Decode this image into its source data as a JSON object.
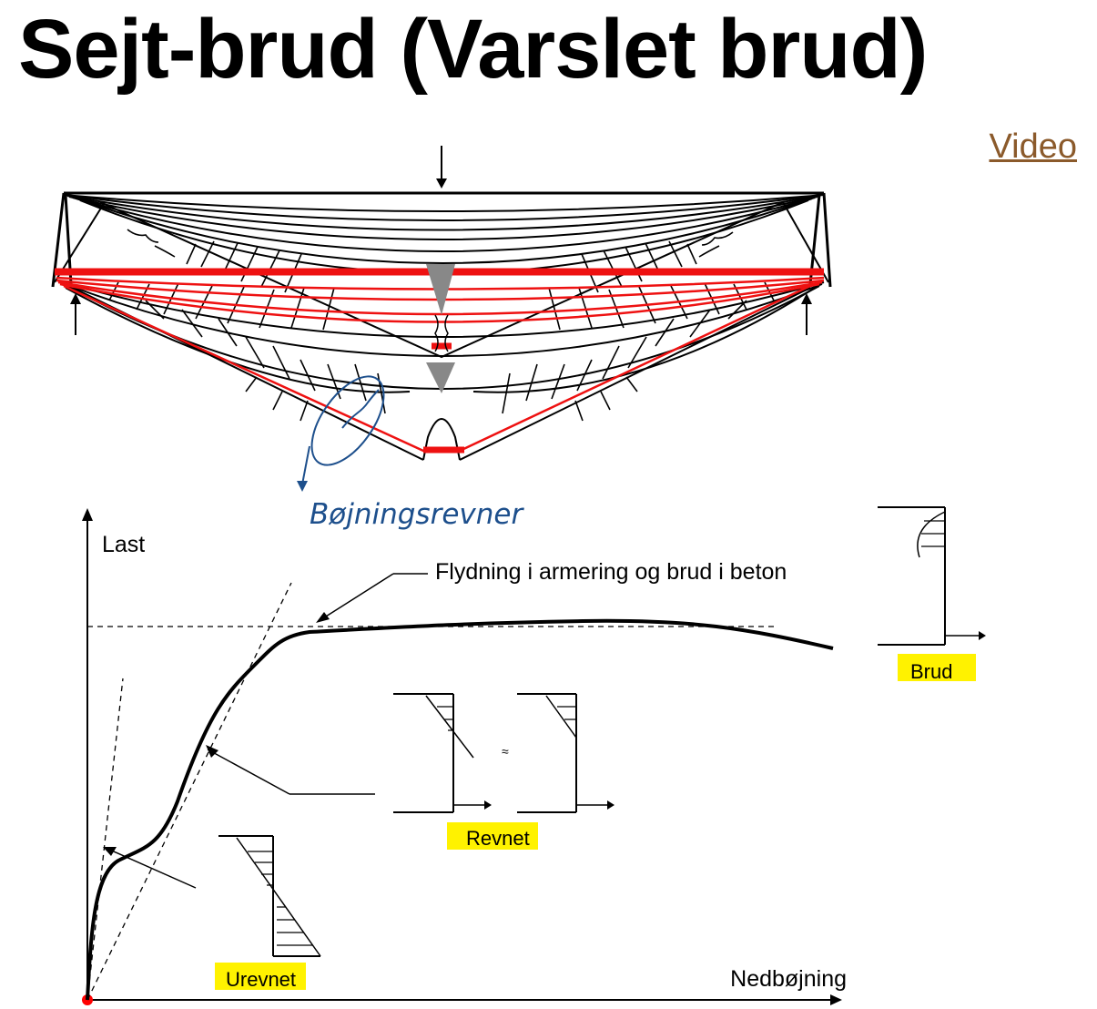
{
  "slide": {
    "title": "Sejt-brud  (Varslet brud)",
    "video_link": "Video"
  },
  "beam": {
    "annotation": "Bøjningsrevner"
  },
  "graph": {
    "y_label": "Last",
    "x_label": "Nedbøjning",
    "yield_label": "Flydning i armering og brud i beton",
    "stages": [
      {
        "label": "Urevnet"
      },
      {
        "label": "Revnet"
      },
      {
        "label": "Brud"
      }
    ],
    "equals_sign": "≈"
  },
  "colors": {
    "title": "#000000",
    "link": "#8b5a2b",
    "reinforcement": "#ee1111",
    "handwriting": "#1d4f8c",
    "highlight": "#fff200",
    "origin": "#ff0000"
  }
}
